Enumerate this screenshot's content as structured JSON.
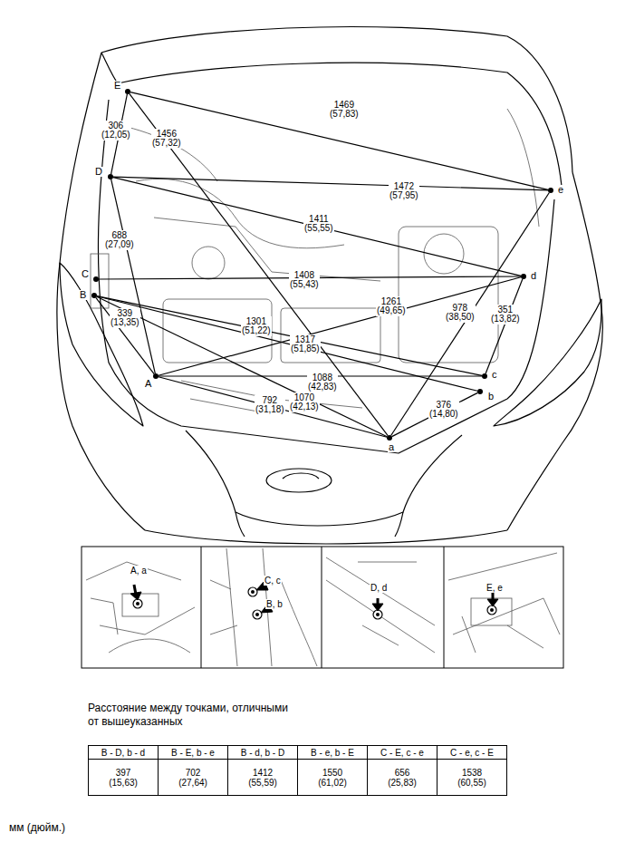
{
  "diagram": {
    "nodes": [
      {
        "text": [
          "E"
        ]
      },
      {
        "text": [
          "D"
        ]
      },
      {
        "text": [
          "C"
        ]
      },
      {
        "text": [
          "B"
        ]
      },
      {
        "text": [
          "A"
        ]
      },
      {
        "text": [
          "e"
        ]
      },
      {
        "text": [
          "d"
        ]
      },
      {
        "text": [
          "c"
        ]
      },
      {
        "text": [
          "b"
        ]
      },
      {
        "text": [
          "a"
        ]
      }
    ],
    "edges": [
      {
        "from": 0,
        "to": 5,
        "label": "1469 (57,83)",
        "arrow": "none"
      },
      {
        "from": 0,
        "to": 9,
        "label": "1456 (57,32)",
        "arrow": "none"
      },
      {
        "from": 0,
        "to": 1,
        "label": "306 (12,05)",
        "arrow": "none"
      },
      {
        "from": 1,
        "to": 5,
        "label": "1472 (57,95)",
        "arrow": "none"
      },
      {
        "from": 1,
        "to": 6,
        "label": "1411 (55,55)",
        "arrow": "none"
      },
      {
        "from": 1,
        "to": 4,
        "label": "688 (27,09)",
        "arrow": "none"
      },
      {
        "from": 2,
        "to": 6,
        "label": "1408 (55,43)",
        "arrow": "none"
      },
      {
        "from": 3,
        "to": 4,
        "label": "339 (13,35)",
        "arrow": "none"
      },
      {
        "from": 3,
        "to": 7,
        "label": "1301 (51,22)",
        "arrow": "none"
      },
      {
        "from": 3,
        "to": 8,
        "label": "1317 (51,85)",
        "arrow": "none"
      },
      {
        "from": 3,
        "to": 9,
        "label": "1070 (42,13)",
        "arrow": "none"
      },
      {
        "from": 4,
        "to": 7,
        "label": "1088 (42,83)",
        "arrow": "none"
      },
      {
        "from": 4,
        "to": 6,
        "label": "1261 (49,65)",
        "arrow": "none"
      },
      {
        "from": 4,
        "to": 9,
        "label": "792 (31,18)",
        "arrow": "none"
      },
      {
        "from": 9,
        "to": 5,
        "label": "978 (38,50)",
        "arrow": "none"
      },
      {
        "from": 9,
        "to": 8,
        "label": "376 (14,80)",
        "arrow": "none"
      },
      {
        "from": 7,
        "to": 6,
        "label": "351 (13,82)",
        "arrow": "none"
      }
    ],
    "labels": [
      "A, a",
      "C, c",
      "B, b",
      "D, d",
      "E, e",
      "Расстояние между точками, отличными от вышеуказанных",
      "B - D, b - d",
      "B - E, b - e",
      "B - d, b - D",
      "B - e, b - E",
      "C - E, c - e",
      "C - e, c - E",
      "397 (15,63)",
      "702 (27,64)",
      "1412 (55,59)",
      "1550 (61,02)",
      "656 (25,83)",
      "1538 (60,55)",
      "мм (дюйм.)"
    ]
  }
}
